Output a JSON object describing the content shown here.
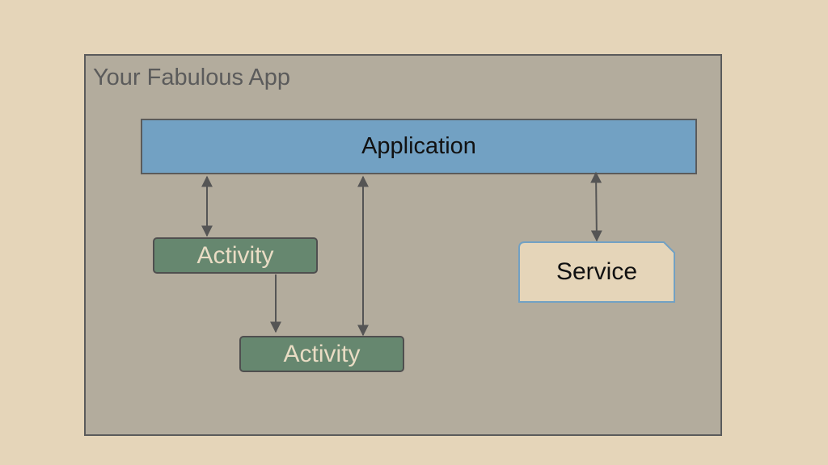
{
  "diagram": {
    "container_title": "Your Fabulous App",
    "application_label": "Application",
    "activity_top_label": "Activity",
    "activity_bottom_label": "Activity",
    "service_label": "Service"
  },
  "colors": {
    "background": "#e5d5b9",
    "container_fill": "#b3ac9d",
    "application_fill": "#72a1c3",
    "activity_fill": "#66876f",
    "service_fill": "#e5d5b9",
    "service_border": "#72a1c3",
    "stroke": "#5b5b5b"
  },
  "connections": [
    {
      "from": "Application",
      "to": "Activity (top)",
      "direction": "bidirectional"
    },
    {
      "from": "Activity (top)",
      "to": "Activity (bottom)",
      "direction": "one-way"
    },
    {
      "from": "Application",
      "to": "Activity (bottom)",
      "direction": "bidirectional"
    },
    {
      "from": "Application",
      "to": "Service",
      "direction": "bidirectional"
    }
  ]
}
